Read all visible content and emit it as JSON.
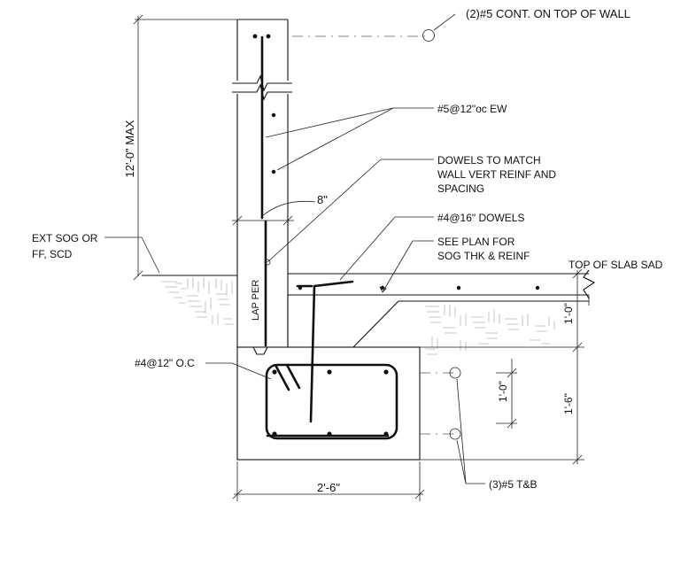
{
  "labels": {
    "top_bars": "(2)#5 CONT. ON TOP OF WALL",
    "wall_reinf": "#5@12\"oc EW",
    "dowels_match_1": "DOWELS TO MATCH",
    "dowels_match_2": "WALL VERT REINF AND",
    "dowels_match_3": "SPACING",
    "slab_dowels": "#4@16\" DOWELS",
    "see_plan_1": "SEE PLAN FOR",
    "see_plan_2": "SOG THK & REINF",
    "top_of_slab": "TOP OF SLAB SAD",
    "ext_sog_1": "EXT SOG OR",
    "ext_sog_2": "FF, SCD",
    "footing_stirrup": "#4@12\" O.C",
    "footing_bars": "(3)#5 T&B",
    "lap": "LAP PER"
  },
  "dimensions": {
    "wall_height": "12'-0\" MAX",
    "wall_thickness": "8\"",
    "footing_width": "2'-6\"",
    "depth_to_footing": "1'-0\"",
    "footing_depth": "1'-6\"",
    "bar_cage_height": "1'-0\""
  }
}
